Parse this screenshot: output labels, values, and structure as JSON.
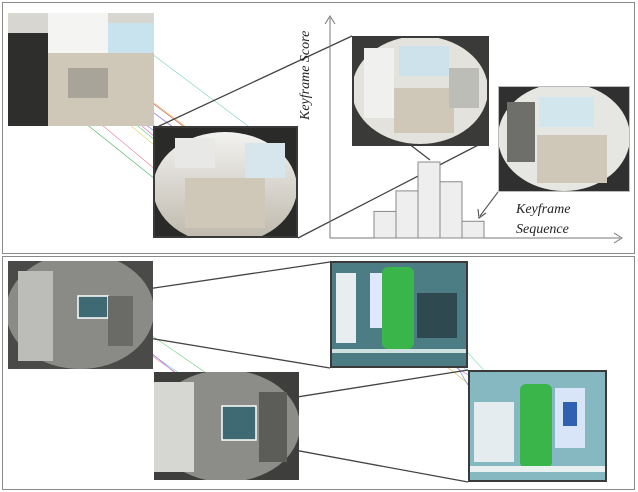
{
  "top_panel": {
    "y_axis_label": "Keyframe Score",
    "x_axis_label_line1": "Keyframe",
    "x_axis_label_line2": "Sequence",
    "histogram_scores": [
      0.35,
      0.62,
      1.0,
      0.74,
      0.22
    ],
    "highlighted_bars": [
      2,
      4
    ]
  },
  "colors": {
    "frame_border": "#3a3a3a",
    "bar_fill": "#eeeeee",
    "bar_stroke": "#888888",
    "kitchen_floor": "#cfc7b8",
    "fridge_interior": "#3f6a73",
    "bottle_green": "#39b54a"
  }
}
